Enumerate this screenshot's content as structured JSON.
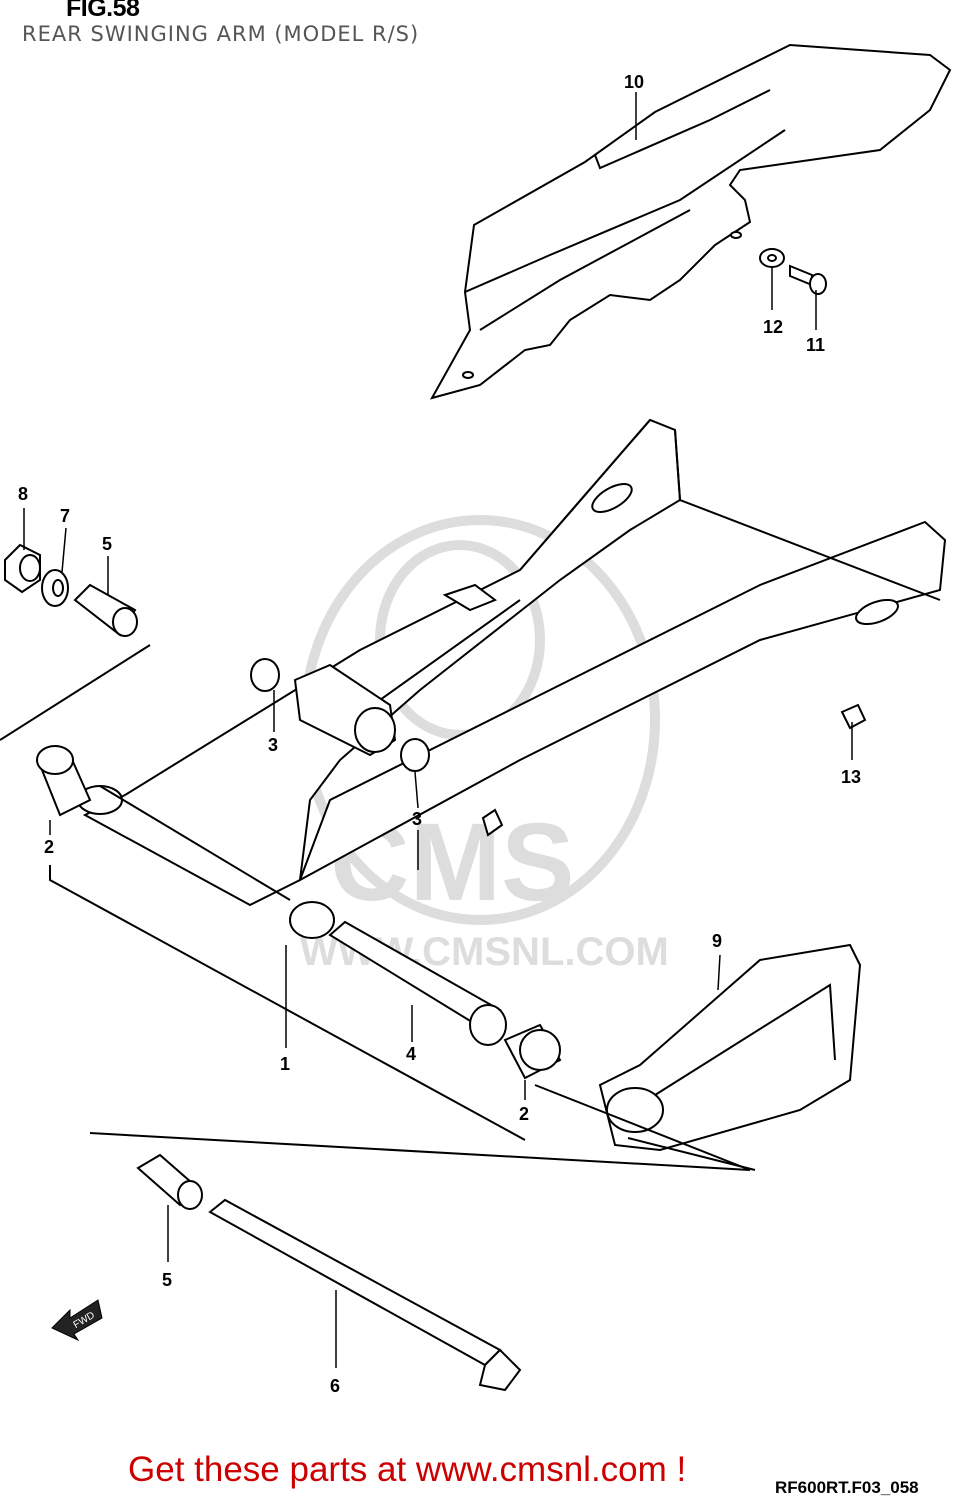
{
  "figure": {
    "title": "FIG.58",
    "subtitle": "REAR SWINGING ARM (MODEL R/S)"
  },
  "callouts": [
    {
      "id": "callout-10",
      "label": "10"
    },
    {
      "id": "callout-12",
      "label": "12"
    },
    {
      "id": "callout-11",
      "label": "11"
    },
    {
      "id": "callout-8",
      "label": "8"
    },
    {
      "id": "callout-7",
      "label": "7"
    },
    {
      "id": "callout-5-top",
      "label": "5"
    },
    {
      "id": "callout-3-upper",
      "label": "3"
    },
    {
      "id": "callout-3-lower",
      "label": "3"
    },
    {
      "id": "callout-13",
      "label": "13"
    },
    {
      "id": "callout-2-left",
      "label": "2"
    },
    {
      "id": "callout-9",
      "label": "9"
    },
    {
      "id": "callout-1",
      "label": "1"
    },
    {
      "id": "callout-4",
      "label": "4"
    },
    {
      "id": "callout-2-right",
      "label": "2"
    },
    {
      "id": "callout-5-bottom",
      "label": "5"
    },
    {
      "id": "callout-6",
      "label": "6"
    }
  ],
  "watermark": {
    "text": "WWW.CMSNL.COM",
    "logo_text": "CMS",
    "color": "#d9d9d9"
  },
  "fwd_arrow": {
    "label": "FWD"
  },
  "footer": {
    "link_text": "Get these parts at www.cmsnl.com !",
    "link_color": "#cc0000",
    "drawing_code": "RF600RT.F03_058"
  }
}
